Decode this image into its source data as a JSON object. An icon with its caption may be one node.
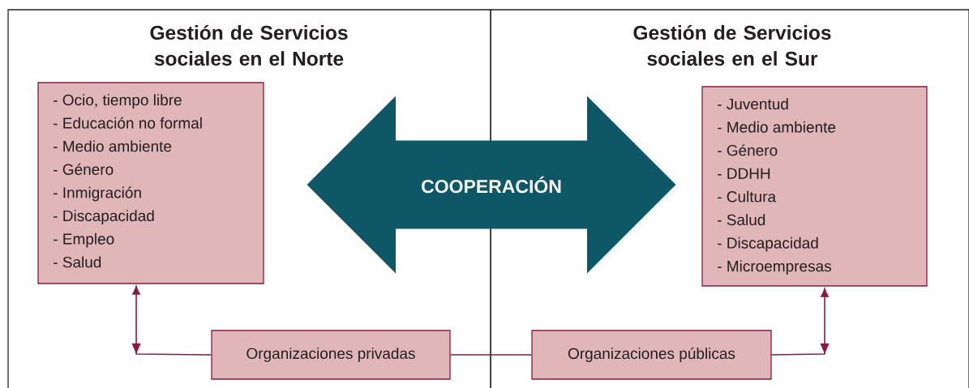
{
  "diagram": {
    "nodes": [
      {
        "text": [
          "Gestión de Servicios sociales en el Norte"
        ]
      },
      {
        "text": [
          "- Ocio, tiempo libre",
          "- Educación no formal",
          "- Medio ambiente",
          "- Género",
          "- Inmigración",
          "- Discapacidad",
          "- Empleo",
          "- Salud"
        ],
        "in": 0
      },
      {
        "text": [
          "Gestión de Servicios sociales en el Sur"
        ]
      },
      {
        "text": [
          "- Juventud",
          "- Medio ambiente",
          "- Género",
          "- DDHH",
          "- Cultura",
          "- Salud",
          "- Discapacidad",
          "- Microempresas"
        ],
        "in": 2
      },
      {
        "text": [
          "COOPERACIÓN"
        ]
      },
      {
        "text": [
          "Organizaciones privadas"
        ],
        "in": 0
      },
      {
        "text": [
          "Organizaciones públicas"
        ],
        "in": 2
      }
    ],
    "edges": [
      {
        "from": 5,
        "to": 1,
        "arrow": "to"
      },
      {
        "from": 5,
        "to": 6,
        "arrow": "none"
      },
      {
        "from": 6,
        "to": 3,
        "arrow": "to"
      }
    ]
  }
}
